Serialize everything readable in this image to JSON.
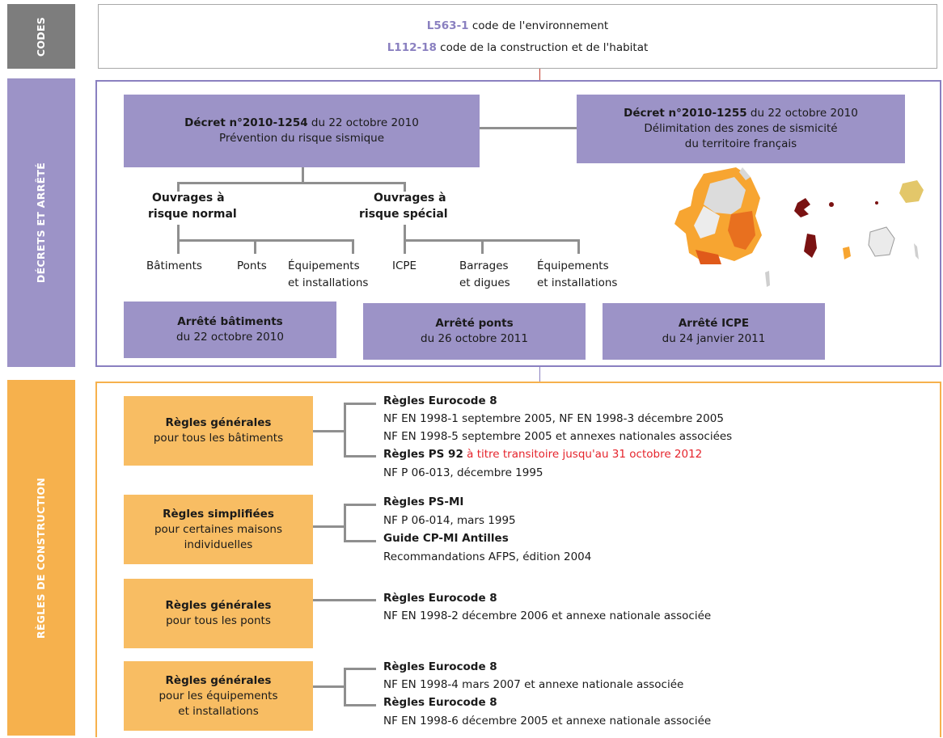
{
  "sections": {
    "codes": "CODES",
    "decrets": "DÉCRETS ET ARRÊTÉ",
    "regles": "RÈGLES DE CONSTRUCTION"
  },
  "codes": {
    "line1_code": "L563-1",
    "line1_text": " code de l'environnement",
    "line2_code": "L112-18",
    "line2_text": " code de la construction et de l'habitat"
  },
  "decrets": {
    "d1_title": "Décret n°2010-1254",
    "d1_date": " du 22 octobre 2010",
    "d1_sub": "Prévention du risque sismique",
    "d2_title": "Décret n°2010-1255",
    "d2_date": " du 22 octobre 2010",
    "d2_sub1": "Délimitation des zones de sismicité",
    "d2_sub2": "du territoire français",
    "normal_1": "Ouvrages à",
    "normal_2": "risque normal",
    "special_1": "Ouvrages à",
    "special_2": "risque spécial",
    "n_batiments": "Bâtiments",
    "n_ponts": "Ponts",
    "n_equip_1": "Équipements",
    "n_equip_2": "et installations",
    "s_icpe": "ICPE",
    "s_barrages_1": "Barrages",
    "s_barrages_2": "et digues",
    "s_equip_1": "Équipements",
    "s_equip_2": "et installations",
    "a1_title": "Arrêté bâtiments",
    "a1_date": "du 22 octobre 2010",
    "a2_title": "Arrêté ponts",
    "a2_date": "du 26 octobre 2011",
    "a3_title": "Arrêté ICPE",
    "a3_date": "du 24 janvier 2011"
  },
  "regles": {
    "r1_title": "Règles générales",
    "r1_sub": "pour tous les bâtiments",
    "r1_a": "Règles Eurocode 8",
    "r1_b": "NF EN 1998-1 septembre 2005, NF EN 1998-3 décembre 2005",
    "r1_c": "NF EN 1998-5 septembre 2005 et annexes nationales associées",
    "r1_d": "Règles PS 92",
    "r1_d_red": " à titre transitoire jusqu'au 31 octobre 2012",
    "r1_e": "NF P 06-013, décembre 1995",
    "r2_title": "Règles simplifiées",
    "r2_sub1": "pour certaines maisons",
    "r2_sub2": "individuelles",
    "r2_a": "Règles PS-MI",
    "r2_b": "NF P 06-014, mars 1995",
    "r2_c": "Guide CP-MI Antilles",
    "r2_d": "Recommandations AFPS, édition 2004",
    "r3_title": "Règles générales",
    "r3_sub": "pour tous les ponts",
    "r3_a": "Règles Eurocode 8",
    "r3_b": "NF EN 1998-2 décembre 2006 et annexe nationale associée",
    "r4_title": "Règles générales",
    "r4_sub1": "pour les équipements",
    "r4_sub2": "et installations",
    "r4_a": "Règles Eurocode 8",
    "r4_b": "NF EN 1998-4 mars 2007 et annexe nationale associée",
    "r4_c": "Règles Eurocode 8",
    "r4_d": "NF EN 1998-6 décembre 2005 et annexe nationale associée"
  },
  "colors": {
    "purple": "#9c93c7",
    "orange": "#f8bd63",
    "gray": "#7d7d7d",
    "red": "#e5242c"
  }
}
